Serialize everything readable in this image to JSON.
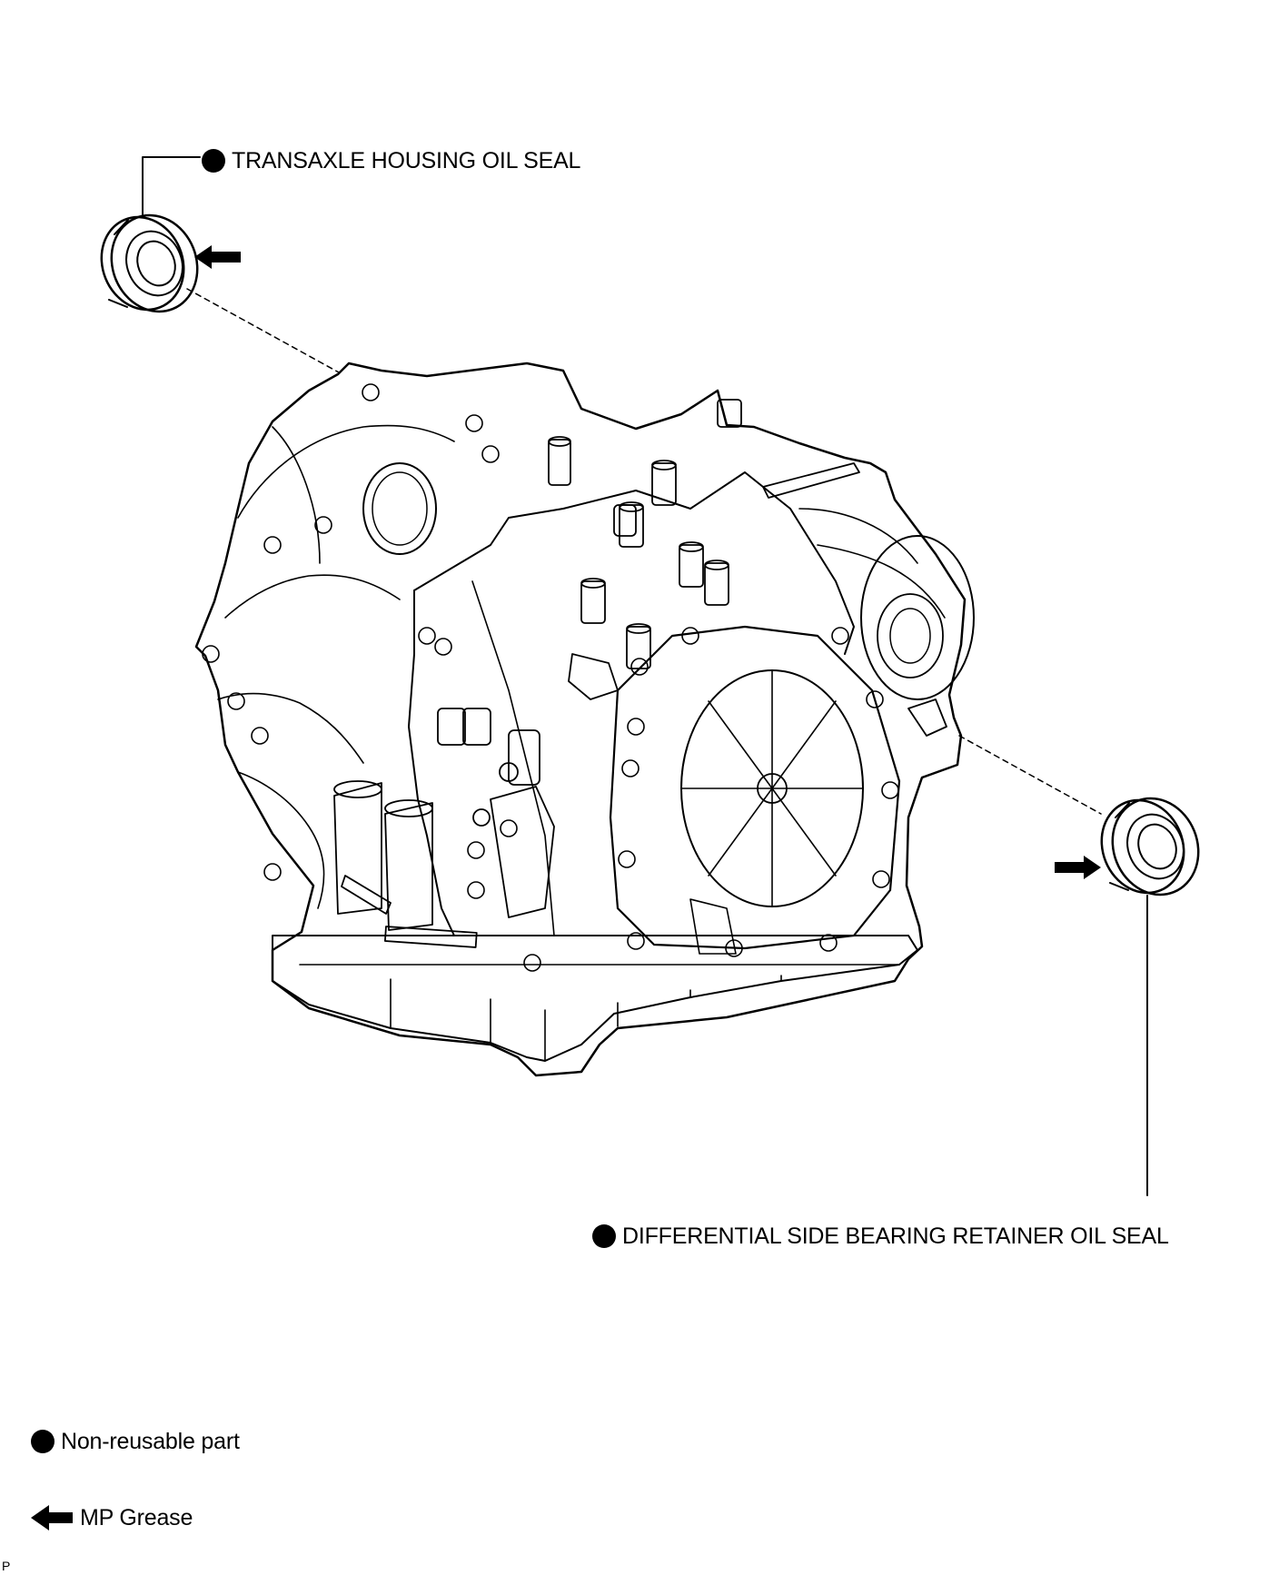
{
  "labels": {
    "top_seal": "TRANSAXLE HOUSING OIL SEAL",
    "bottom_seal": "DIFFERENTIAL SIDE BEARING RETAINER OIL SEAL"
  },
  "legend": {
    "non_reusable": "Non-reusable part",
    "mp_grease": "MP Grease"
  },
  "figure_code": "P",
  "icons": {
    "non_reusable": "filled-circle-icon",
    "grease": "arrow-left-icon"
  },
  "colors": {
    "line": "#000000",
    "background": "#ffffff"
  }
}
